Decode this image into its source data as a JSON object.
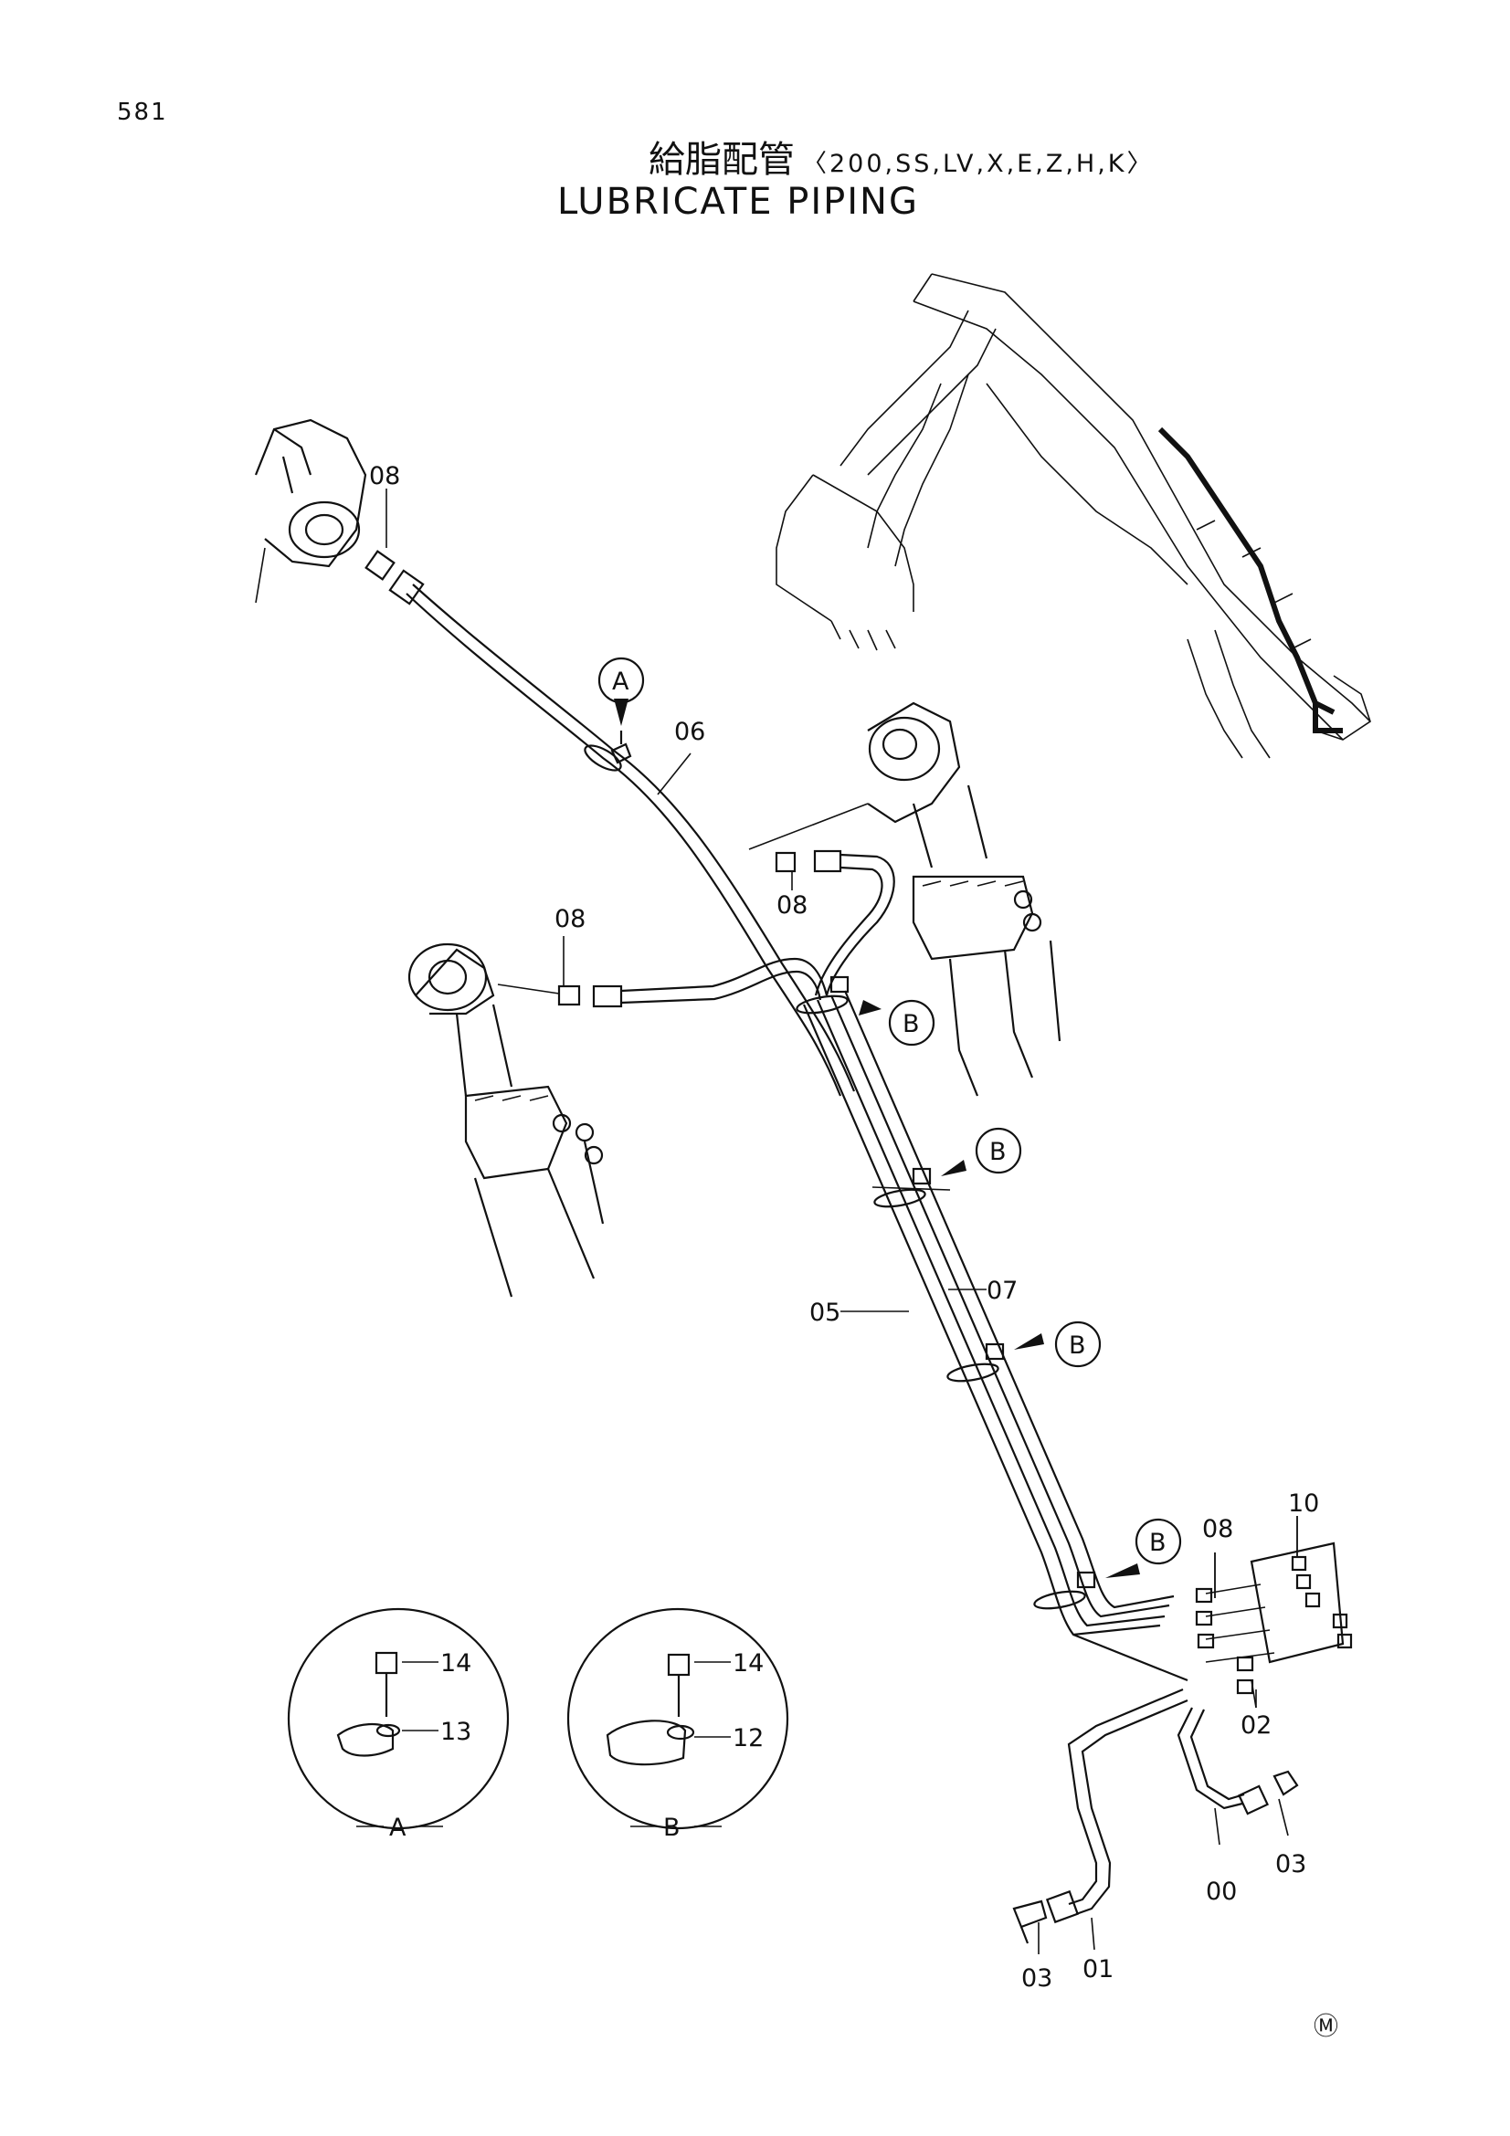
{
  "page_number": "581",
  "title_jp": "給脂配管",
  "title_models": "〈200,SS,LV,X,E,Z,H,K〉",
  "title_en": "LUBRICATE PIPING",
  "callouts": {
    "A": "A",
    "B": "B"
  },
  "part_labels": {
    "p00": "00",
    "p01": "01",
    "p02": "02",
    "p03_a": "03",
    "p03_b": "03",
    "p05": "05",
    "p06": "06",
    "p07": "07",
    "p08_a": "08",
    "p08_b": "08",
    "p08_c": "08",
    "p08_d": "08",
    "p10": "10",
    "p12": "12",
    "p13": "13",
    "p14_a": "14",
    "p14_b": "14"
  },
  "detail_views": {
    "A": "A",
    "B": "B"
  },
  "corner_mark": "Ⓜ"
}
